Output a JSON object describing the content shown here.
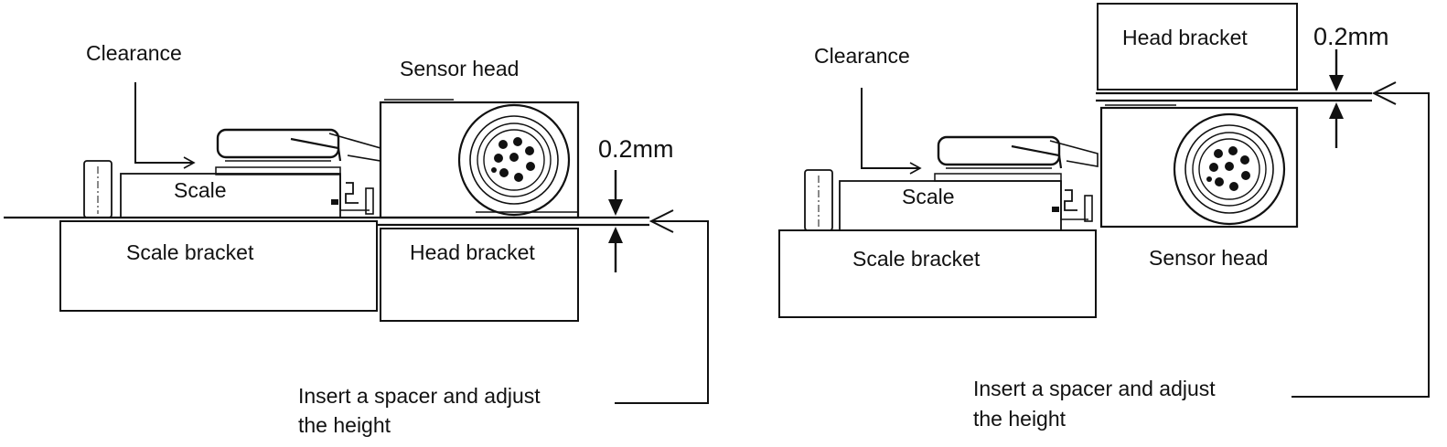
{
  "colors": {
    "ink": "#111111",
    "background": "#ffffff"
  },
  "left_diagram": {
    "clearance_label": "Clearance",
    "sensor_head_label": "Sensor head",
    "scale_label": "Scale",
    "scale_bracket_label": "Scale bracket",
    "head_bracket_label": "Head bracket",
    "gap_label": "0.2mm",
    "instruction_line1": "Insert a spacer and adjust",
    "instruction_line2": "the height"
  },
  "right_diagram": {
    "clearance_label": "Clearance",
    "head_bracket_label": "Head bracket",
    "scale_label": "Scale",
    "scale_bracket_label": "Scale bracket",
    "sensor_head_label": "Sensor head",
    "gap_label": "0.2mm",
    "instruction_line1": "Insert a spacer and adjust",
    "instruction_line2": "the height"
  }
}
